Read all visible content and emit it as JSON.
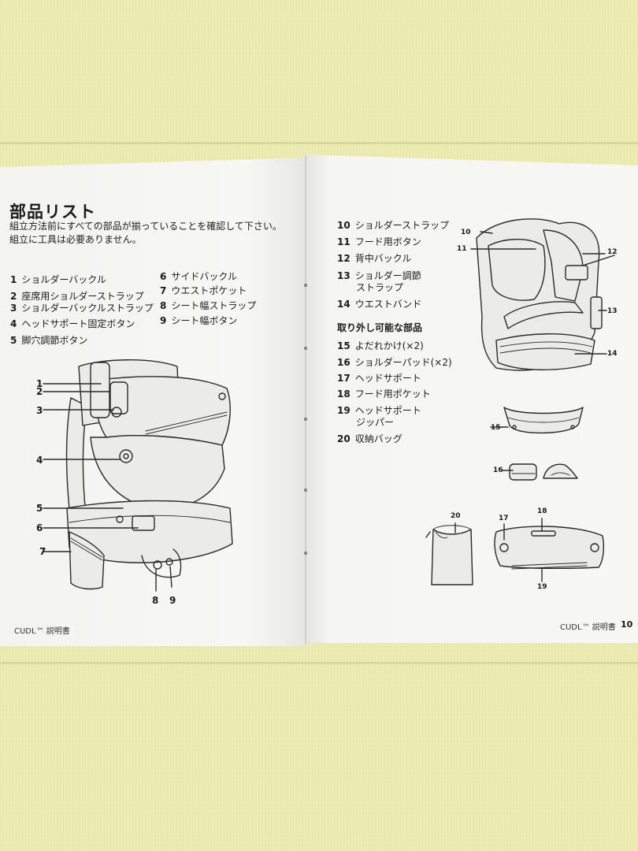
{
  "left_page": {
    "title": "部品リスト",
    "intro_line1": "組立方法前にすべての部品が揃っていることを確認して下さい。",
    "intro_line2": "組立に工具は必要ありません。",
    "parts_col1": [
      {
        "num": "1",
        "label": "ショルダーバックル"
      },
      {
        "num": "2",
        "label": "座席用ショルダーストラップ"
      },
      {
        "num": "3",
        "label": "ショルダーバックルストラップ"
      },
      {
        "num": "4",
        "label": "ヘッドサポート固定ボタン"
      },
      {
        "num": "5",
        "label": "脚穴調節ボタン"
      }
    ],
    "parts_col2": [
      {
        "num": "6",
        "label": "サイドバックル"
      },
      {
        "num": "7",
        "label": "ウエストポケット"
      },
      {
        "num": "8",
        "label": "シート幅ストラップ"
      },
      {
        "num": "9",
        "label": "シート幅ボタン"
      }
    ],
    "callouts": [
      "1",
      "2",
      "3",
      "4",
      "5",
      "6",
      "7",
      "8",
      "9"
    ],
    "footer": "CUDL™ 説明書"
  },
  "right_page": {
    "parts": [
      {
        "num": "10",
        "label": "ショルダーストラップ"
      },
      {
        "num": "11",
        "label": "フード用ボタン"
      },
      {
        "num": "12",
        "label": "背中バックル"
      },
      {
        "num": "13",
        "label": "ショルダー調節",
        "label2": "ストラップ"
      },
      {
        "num": "14",
        "label": "ウエストバンド"
      }
    ],
    "removable_heading": "取り外し可能な部品",
    "removable": [
      {
        "num": "15",
        "label": "よだれかけ(×2)"
      },
      {
        "num": "16",
        "label": "ショルダーパッド(×2)"
      },
      {
        "num": "17",
        "label": "ヘッドサポート"
      },
      {
        "num": "18",
        "label": "フード用ポケット"
      },
      {
        "num": "19",
        "label": "ヘッドサポート",
        "label2": "ジッパー"
      },
      {
        "num": "20",
        "label": "収納バッグ"
      }
    ],
    "callouts": [
      "10",
      "11",
      "12",
      "13",
      "14",
      "15",
      "16",
      "17",
      "18",
      "19",
      "20"
    ],
    "page_number": "10"
  }
}
